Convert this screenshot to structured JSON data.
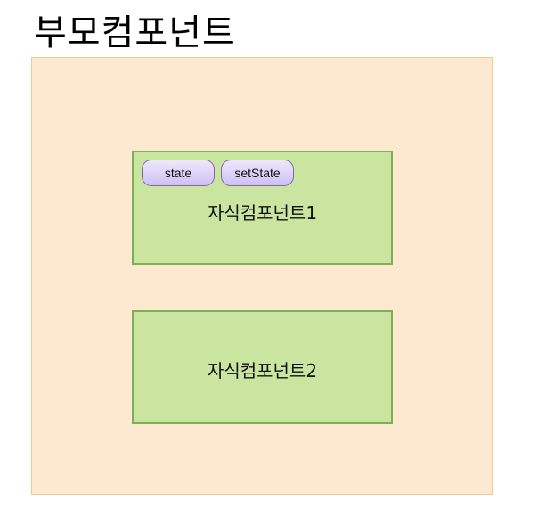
{
  "title": "부모컴포넌트",
  "child1": {
    "label": "자식컴포넌트1",
    "state_label": "state",
    "setstate_label": "setState"
  },
  "child2": {
    "label": "자식컴포넌트2"
  },
  "colors": {
    "parent_fill": "#fde9cf",
    "parent_border": "#f2c790",
    "child_fill": "#c9e5a0",
    "child_border": "#7fae57",
    "pill_fill": "#dcd0f7",
    "pill_border": "#7d6aa8"
  }
}
